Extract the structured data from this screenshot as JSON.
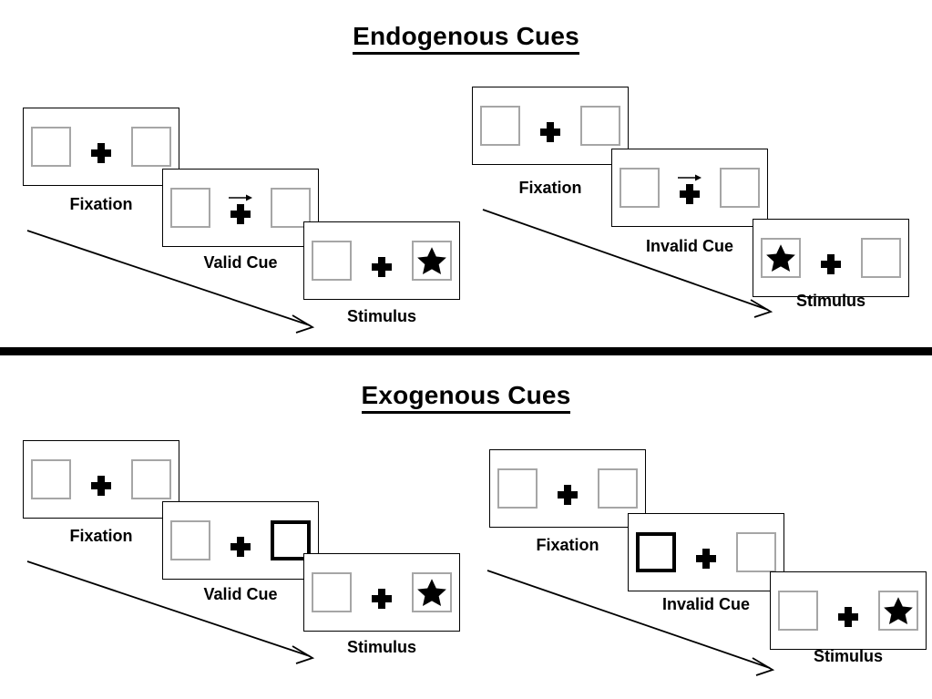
{
  "sections": [
    {
      "id": "endogenous",
      "title": "Endogenous Cues",
      "trials": [
        {
          "id": "endogenous-valid",
          "condition": "valid",
          "panels": [
            {
              "label": "Fixation",
              "cue": "none",
              "arrow": "none",
              "cued_side": "none",
              "star_side": "none"
            },
            {
              "label": "Valid Cue",
              "cue": "arrow",
              "arrow": "right-arrow-icon",
              "cued_side": "none",
              "star_side": "none"
            },
            {
              "label": "Stimulus",
              "cue": "none",
              "arrow": "none",
              "cued_side": "none",
              "star_side": "right"
            }
          ]
        },
        {
          "id": "endogenous-invalid",
          "condition": "invalid",
          "panels": [
            {
              "label": "Fixation",
              "cue": "none",
              "arrow": "none",
              "cued_side": "none",
              "star_side": "none"
            },
            {
              "label": "Invalid Cue",
              "cue": "arrow",
              "arrow": "right-arrow-icon",
              "cued_side": "none",
              "star_side": "none"
            },
            {
              "label": "Stimulus",
              "cue": "none",
              "arrow": "none",
              "cued_side": "none",
              "star_side": "left"
            }
          ]
        }
      ]
    },
    {
      "id": "exogenous",
      "title": "Exogenous Cues",
      "trials": [
        {
          "id": "exogenous-valid",
          "condition": "valid",
          "panels": [
            {
              "label": "Fixation",
              "cue": "none",
              "arrow": "none",
              "cued_side": "none",
              "star_side": "none"
            },
            {
              "label": "Valid Cue",
              "cue": "box",
              "arrow": "none",
              "cued_side": "right",
              "star_side": "none"
            },
            {
              "label": "Stimulus",
              "cue": "none",
              "arrow": "none",
              "cued_side": "none",
              "star_side": "right"
            }
          ]
        },
        {
          "id": "exogenous-invalid",
          "condition": "invalid",
          "panels": [
            {
              "label": "Fixation",
              "cue": "none",
              "arrow": "none",
              "cued_side": "none",
              "star_side": "none"
            },
            {
              "label": "Invalid Cue",
              "cue": "box",
              "arrow": "none",
              "cued_side": "left",
              "star_side": "none"
            },
            {
              "label": "Stimulus",
              "cue": "none",
              "arrow": "none",
              "cued_side": "none",
              "star_side": "right"
            }
          ]
        }
      ]
    }
  ],
  "labels": {
    "endogenous_title": "Endogenous Cues",
    "exogenous_title": "Exogenous Cues",
    "fixation": "Fixation",
    "valid_cue": "Valid Cue",
    "invalid_cue": "Invalid Cue",
    "stimulus": "Stimulus"
  },
  "colors": {
    "box_border": "#a6a6a6",
    "cued_box_border": "#000000",
    "screen_border": "#000000",
    "text": "#000000",
    "divider": "#000000",
    "background": "#ffffff"
  },
  "icons": {
    "star": "star-icon",
    "plus": "fixation-cross-icon",
    "cue_arrow": "right-arrow-icon",
    "timeline": "timeline-arrow-icon"
  }
}
